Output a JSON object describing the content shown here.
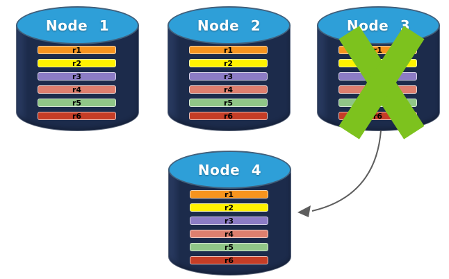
{
  "diagram": {
    "nodes": [
      {
        "id": "node-1",
        "label": "Node 1",
        "failed": false,
        "records": [
          "r1",
          "r2",
          "r3",
          "r4",
          "r5",
          "r6"
        ]
      },
      {
        "id": "node-2",
        "label": "Node 2",
        "failed": false,
        "records": [
          "r1",
          "r2",
          "r3",
          "r4",
          "r5",
          "r6"
        ]
      },
      {
        "id": "node-3",
        "label": "Node 3",
        "failed": true,
        "records": [
          "r1",
          "r2",
          "r3",
          "r4",
          "r5",
          "r6"
        ]
      },
      {
        "id": "node-4",
        "label": "Node 4",
        "failed": false,
        "records": [
          "r1",
          "r2",
          "r3",
          "r4",
          "r5",
          "r6"
        ]
      }
    ],
    "record_colors": {
      "r1": "#F7941E",
      "r2": "#FFF200",
      "r3": "#8C7CC5",
      "r4": "#DE7F6E",
      "r5": "#90C687",
      "r6": "#C53D26"
    },
    "colors": {
      "cylinder_body": "#1C2B4B",
      "cylinder_top": "#2E9FD8",
      "failure_x": "#7DC21E",
      "arrow": "#5E5E5E"
    },
    "arrow": {
      "from": "node-3",
      "to": "node-4"
    }
  }
}
